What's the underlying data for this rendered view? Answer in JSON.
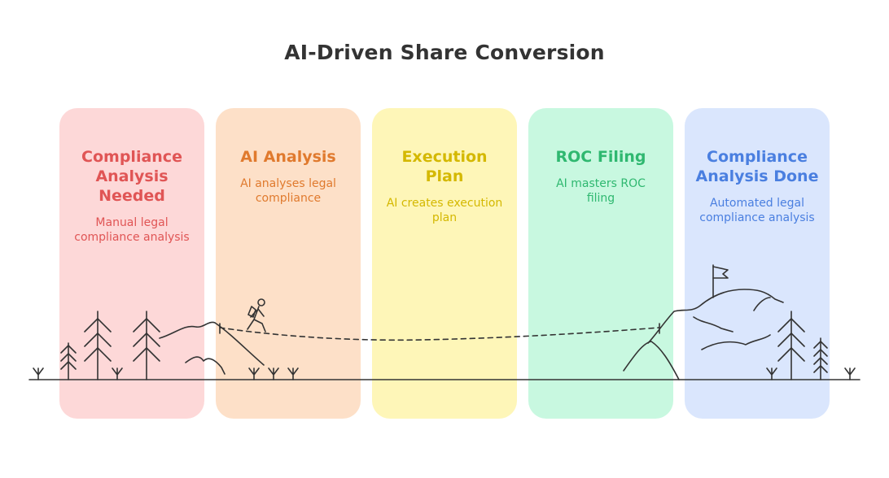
{
  "title": "AI-Driven Share Conversion",
  "stages": [
    {
      "heading": "Compliance Analysis Needed",
      "heading_lines": [
        "Compliance",
        "Analysis",
        "Needed"
      ],
      "description": "Manual legal compliance analysis",
      "description_lines": [
        "Manual legal",
        "compliance analysis"
      ],
      "color": "#e05555",
      "background": "#fdd8d8"
    },
    {
      "heading": "AI Analysis",
      "heading_lines": [
        "AI Analysis"
      ],
      "description": "AI analyses legal compliance",
      "description_lines": [
        "AI analyses legal",
        "compliance"
      ],
      "color": "#e07a2e",
      "background": "#fde0c8"
    },
    {
      "heading": "Execution Plan",
      "heading_lines": [
        "Execution",
        "Plan"
      ],
      "description": "AI creates execution plan",
      "description_lines": [
        "AI creates execution",
        "plan"
      ],
      "color": "#d4b800",
      "background": "#fef6b8"
    },
    {
      "heading": "ROC Filing",
      "heading_lines": [
        "ROC Filing"
      ],
      "description": "AI masters ROC filing",
      "description_lines": [
        "AI masters ROC",
        "filing"
      ],
      "color": "#2fb870",
      "background": "#c8f8e0"
    },
    {
      "heading": "Compliance Analysis Done",
      "heading_lines": [
        "Compliance",
        "Analysis Done"
      ],
      "description": "Automated legal compliance analysis",
      "description_lines": [
        "Automated legal",
        "compliance analysis"
      ],
      "color": "#4a7fe0",
      "background": "#dae6fd"
    }
  ],
  "icons": {
    "hiker": "hiker-icon",
    "flag": "flag-icon",
    "tree": "pine-tree-icon",
    "mountain": "mountain-icon"
  },
  "colors": {
    "title": "#333333",
    "sketch": "#333333"
  }
}
